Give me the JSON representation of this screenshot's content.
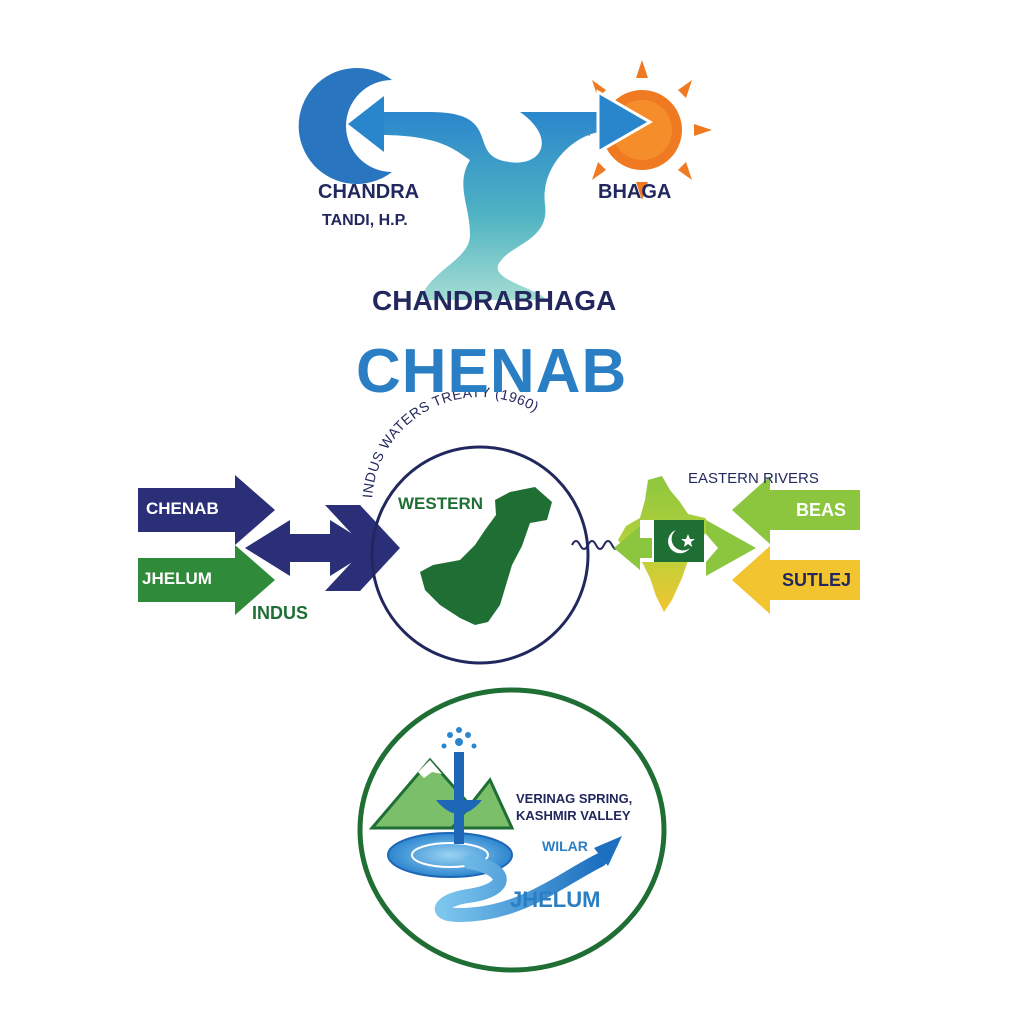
{
  "section1": {
    "left_source": "CHANDRA",
    "left_source_location": "TANDI, H.P.",
    "right_source": "BHAGA",
    "confluence_name": "CHANDRABHAGA",
    "river_name": "CHENAB"
  },
  "section2": {
    "treaty_label": "INDUS WATERS TREATY (1960)",
    "western_label": "WESTERN",
    "eastern_label": "EASTERN RIVERS",
    "left_arrows": [
      "CHENAB",
      "JHELUM"
    ],
    "indus_label": "INDUS",
    "right_arrows": [
      "BEAS",
      "SUTLEJ"
    ]
  },
  "section3": {
    "source_label_line1": "VERINAG SPRING,",
    "source_label_line2": "KASHMIR VALLEY",
    "tributary_label": "WILAR",
    "river_label": "JHELUM"
  },
  "colors": {
    "navy": "#22285e",
    "blue": "#2a7fc4",
    "teal": "#5cbdb4",
    "green": "#1f6f34",
    "light_green": "#8cc63f",
    "yellow": "#f2c530",
    "orange": "#f07a21"
  }
}
